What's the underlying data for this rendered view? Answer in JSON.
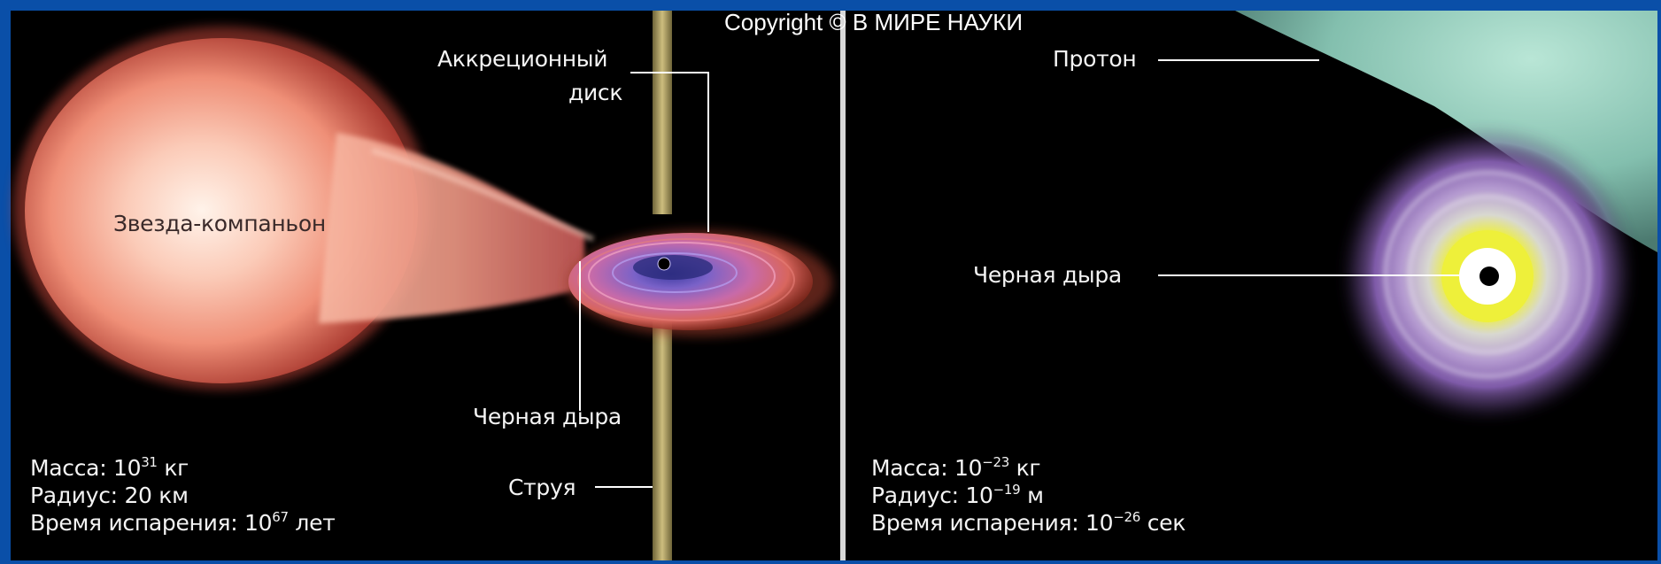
{
  "copyright": "Copyright © В МИРЕ НАУКИ",
  "left_panel": {
    "labels": {
      "accretion_disk_line1": "Аккреционный",
      "accretion_disk_line2": "диск",
      "companion_star": "Звезда-компаньон",
      "black_hole": "Черная дыра",
      "jet": "Струя"
    },
    "stats": {
      "mass_label": "Масса: 10",
      "mass_exp": "31",
      "mass_unit": " кг",
      "radius": "Радиус: 20 км",
      "evap_label": "Время испарения: 10",
      "evap_exp": "67",
      "evap_unit": " лет"
    }
  },
  "right_panel": {
    "labels": {
      "proton": "Протон",
      "black_hole": "Черная дыра"
    },
    "stats": {
      "mass_label": "Масса: 10",
      "mass_exp": "−23",
      "mass_unit": " кг",
      "radius_label": "Радиус: 10",
      "radius_exp": "−19",
      "radius_unit": " м",
      "evap_label": "Время испарения: 10",
      "evap_exp": "−26",
      "evap_unit": " сек"
    }
  },
  "colors": {
    "frame": "#0a4fa8",
    "background": "#000000",
    "star": "#f0806a",
    "jet": "#c8b878",
    "proton": "#a8d8c8",
    "core_glow": "#f2f03a"
  }
}
